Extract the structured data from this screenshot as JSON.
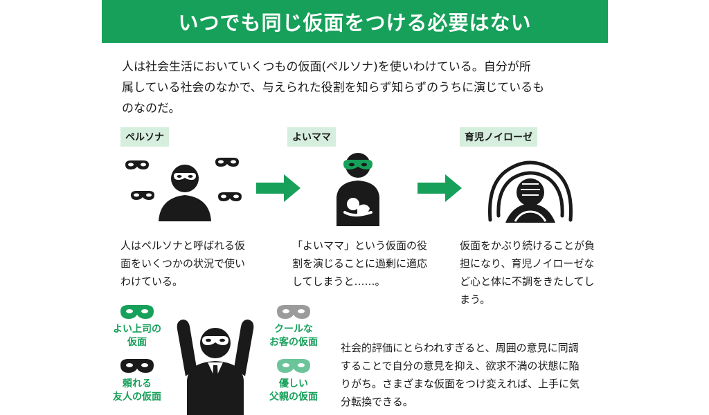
{
  "title": "いつでも同じ仮面をつける必要はない",
  "intro": [
    "人は社会生活においていくつもの仮面(ペルソナ)を使いわけている。自分が所",
    "属している社会のなかで、与えられた役割を知らず知らずのうちに演じているも",
    "のなのだ。"
  ],
  "steps": [
    {
      "tag": "ペルソナ",
      "desc": [
        "人はペルソナと呼ばれる仮",
        "面をいくつかの状況で使い",
        "わけている。"
      ]
    },
    {
      "tag": "よいママ",
      "desc": [
        "「よいママ」という仮面の役",
        "割を演じることに過剰に適応",
        "してしまうと……。"
      ]
    },
    {
      "tag": "育児ノイローゼ",
      "desc": [
        "仮面をかぶり続けることが負",
        "担になり、育児ノイローゼな",
        "ど心と体に不調をきたしてし",
        "まう。"
      ]
    }
  ],
  "masks": [
    {
      "label": [
        "よい上司の",
        "仮面"
      ],
      "color": "#17a05a"
    },
    {
      "label": [
        "頼れる",
        "友人の仮面"
      ],
      "color": "#1a1a1a"
    },
    {
      "label": [
        "クールな",
        "お客の仮面"
      ],
      "color": "#9b9b9b"
    },
    {
      "label": [
        "優しい",
        "父親の仮面"
      ],
      "color": "#6cc59a"
    }
  ],
  "bottom_text": [
    "社会的評価にとらわれすぎると、周囲の意見に同調",
    "することで自分の意見を抑え、欲求不満の状態に陥",
    "りがち。さまざまな仮面をつけ変えれば、上手に気",
    "分転換できる。"
  ],
  "colors": {
    "accent": "#17a05a",
    "tag_bg": "#d6eedd",
    "dark": "#1a1a1a"
  },
  "icons": [
    "mask-icon",
    "persona-person-icon",
    "mother-baby-icon",
    "distressed-person-icon",
    "arrow-right-icon",
    "businessman-icon"
  ]
}
